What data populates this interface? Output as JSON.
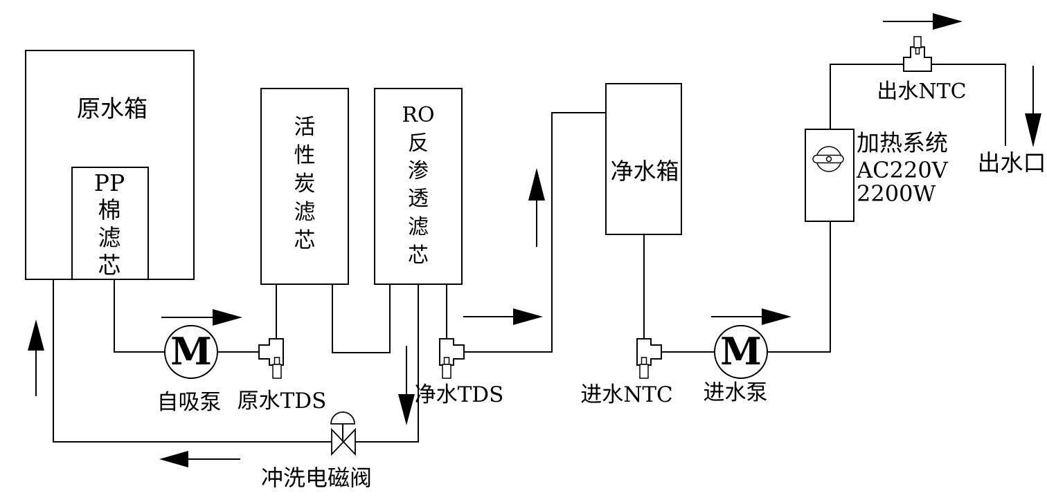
{
  "diagram": {
    "background": "#ffffff",
    "line_color": "#000000",
    "boxes": {
      "raw_tank": {
        "label": "原水箱"
      },
      "pp_filter": {
        "lines": [
          "PP",
          "棉",
          "滤",
          "芯"
        ]
      },
      "carbon_filter": {
        "lines": [
          "活",
          "性",
          "炭",
          "滤",
          "芯"
        ]
      },
      "ro_filter": {
        "lines": [
          "RO",
          "反",
          "渗",
          "透",
          "滤",
          "芯"
        ]
      },
      "clean_tank": {
        "label": "净水箱"
      },
      "heater": {
        "lines": [
          "加热系统",
          "AC220V",
          "2200W"
        ]
      }
    },
    "pumps": {
      "self_priming": {
        "label": "自吸泵",
        "symbol": "M"
      },
      "inlet": {
        "label": "进水泵",
        "symbol": "M"
      }
    },
    "sensors": {
      "raw_tds": {
        "label": "原水TDS"
      },
      "clean_tds": {
        "label": "净水TDS"
      },
      "inlet_ntc": {
        "label": "进水NTC"
      },
      "outlet_ntc": {
        "label": "出水NTC"
      }
    },
    "valve": {
      "label": "冲洗电磁阀"
    },
    "outlet": {
      "label": "出水口"
    }
  }
}
